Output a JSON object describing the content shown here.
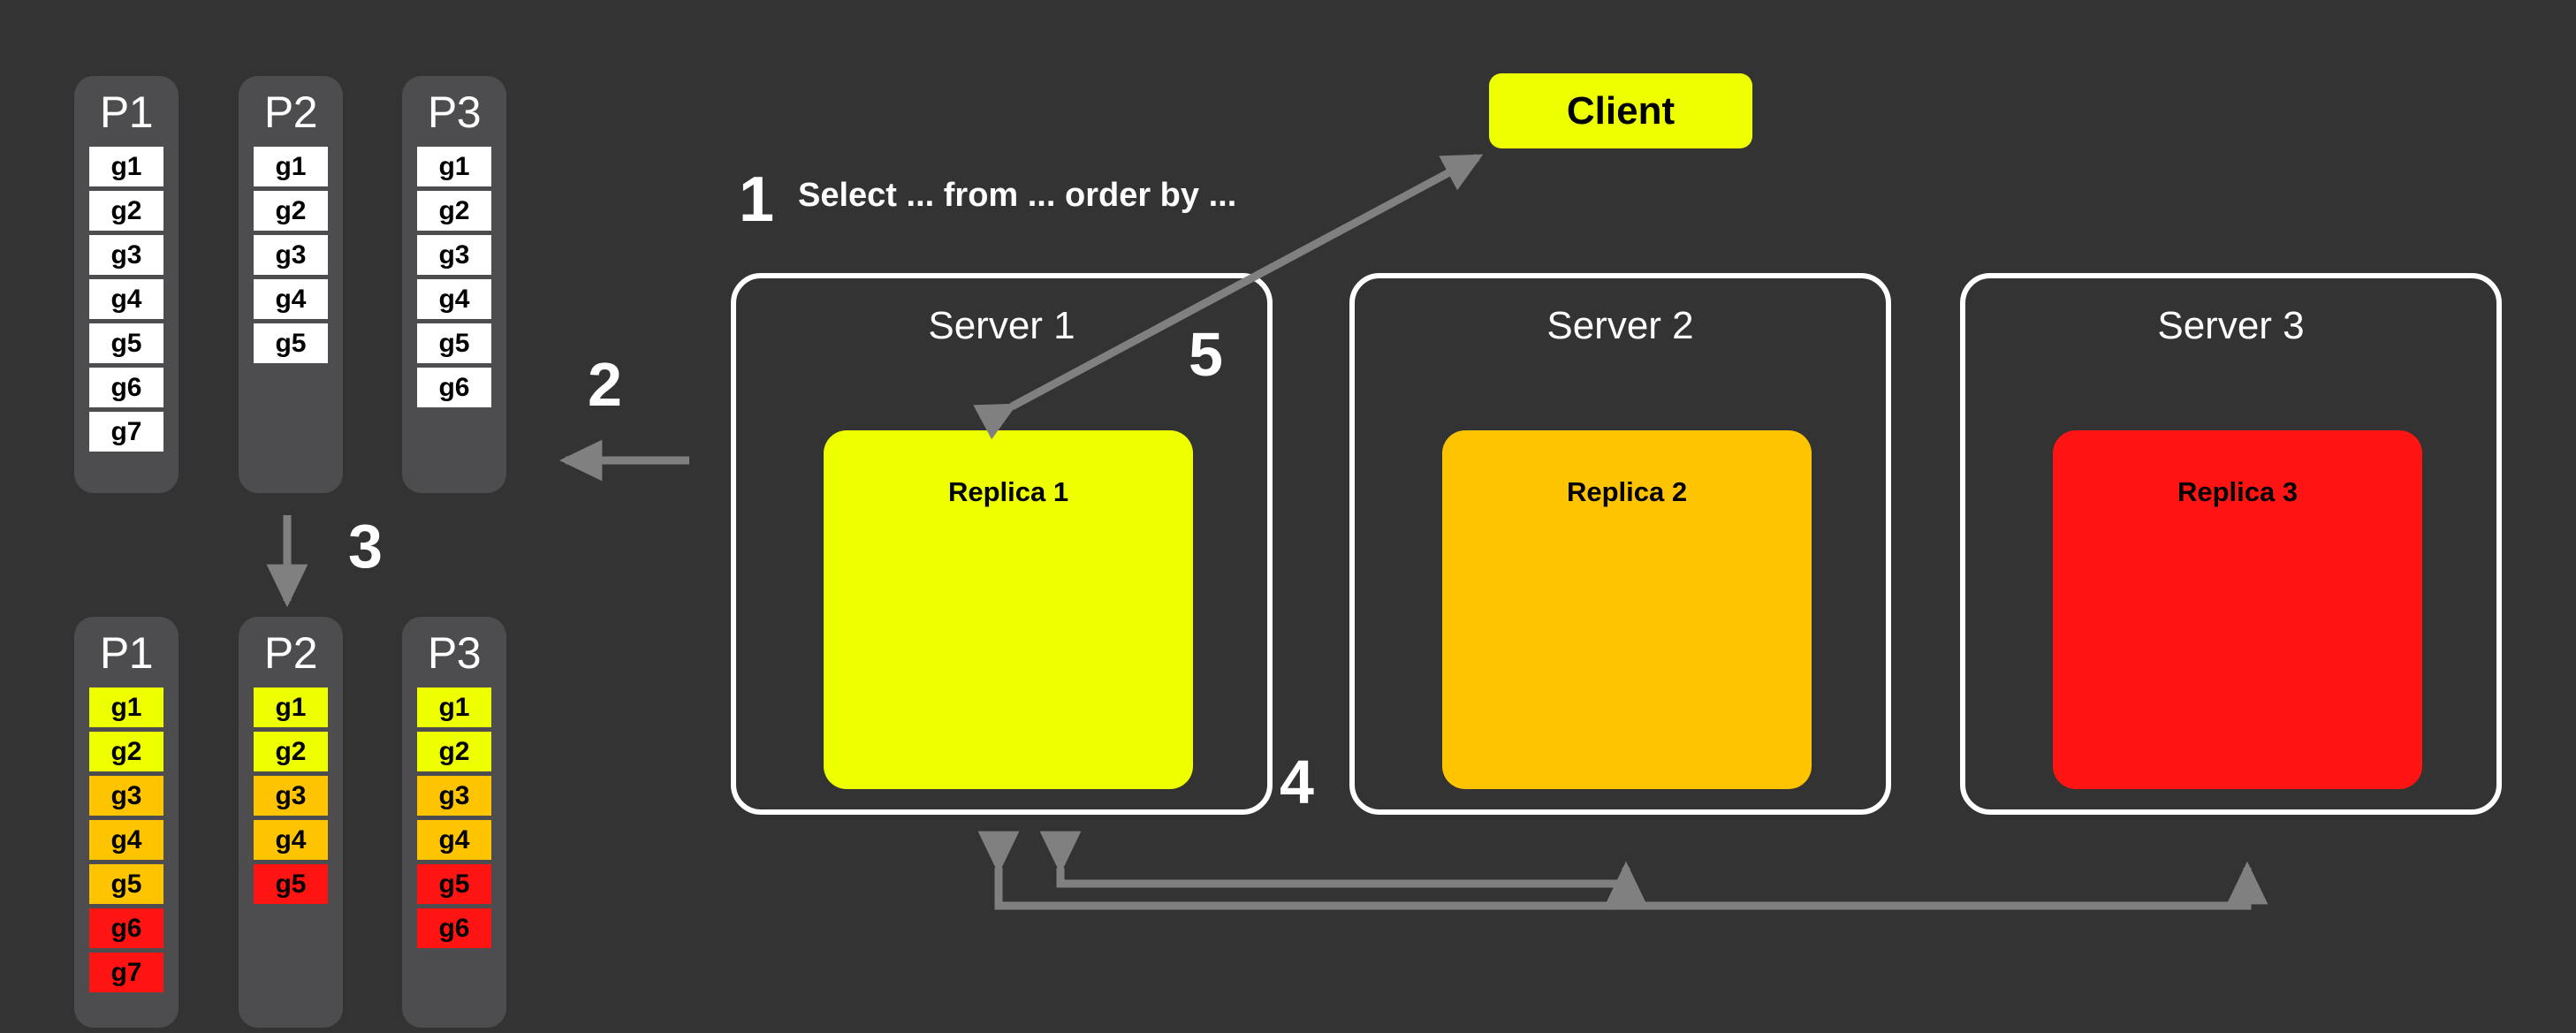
{
  "colors": {
    "background": "#333333",
    "partition": "#4d4d4f",
    "yellow": "#eeff00",
    "orange": "#ffc400",
    "red": "#ff1414",
    "white": "#ffffff",
    "arrow": "#808080"
  },
  "steps": {
    "one": "1",
    "two": "2",
    "three": "3",
    "four": "4",
    "five": "5"
  },
  "query": {
    "text": "Select ... from ... order by ..."
  },
  "client": {
    "label": "Client"
  },
  "top_partitions": [
    {
      "name": "P1",
      "cells": [
        {
          "label": "g1",
          "color": "white"
        },
        {
          "label": "g2",
          "color": "white"
        },
        {
          "label": "g3",
          "color": "white"
        },
        {
          "label": "g4",
          "color": "white"
        },
        {
          "label": "g5",
          "color": "white"
        },
        {
          "label": "g6",
          "color": "white"
        },
        {
          "label": "g7",
          "color": "white"
        }
      ]
    },
    {
      "name": "P2",
      "cells": [
        {
          "label": "g1",
          "color": "white"
        },
        {
          "label": "g2",
          "color": "white"
        },
        {
          "label": "g3",
          "color": "white"
        },
        {
          "label": "g4",
          "color": "white"
        },
        {
          "label": "g5",
          "color": "white"
        }
      ]
    },
    {
      "name": "P3",
      "cells": [
        {
          "label": "g1",
          "color": "white"
        },
        {
          "label": "g2",
          "color": "white"
        },
        {
          "label": "g3",
          "color": "white"
        },
        {
          "label": "g4",
          "color": "white"
        },
        {
          "label": "g5",
          "color": "white"
        },
        {
          "label": "g6",
          "color": "white"
        }
      ]
    }
  ],
  "bottom_partitions": [
    {
      "name": "P1",
      "cells": [
        {
          "label": "g1",
          "color": "yellow"
        },
        {
          "label": "g2",
          "color": "yellow"
        },
        {
          "label": "g3",
          "color": "orange"
        },
        {
          "label": "g4",
          "color": "orange"
        },
        {
          "label": "g5",
          "color": "orange"
        },
        {
          "label": "g6",
          "color": "red"
        },
        {
          "label": "g7",
          "color": "red"
        }
      ]
    },
    {
      "name": "P2",
      "cells": [
        {
          "label": "g1",
          "color": "yellow"
        },
        {
          "label": "g2",
          "color": "yellow"
        },
        {
          "label": "g3",
          "color": "orange"
        },
        {
          "label": "g4",
          "color": "orange"
        },
        {
          "label": "g5",
          "color": "red"
        }
      ]
    },
    {
      "name": "P3",
      "cells": [
        {
          "label": "g1",
          "color": "yellow"
        },
        {
          "label": "g2",
          "color": "yellow"
        },
        {
          "label": "g3",
          "color": "orange"
        },
        {
          "label": "g4",
          "color": "orange"
        },
        {
          "label": "g5",
          "color": "red"
        },
        {
          "label": "g6",
          "color": "red"
        }
      ]
    }
  ],
  "servers": [
    {
      "title": "Server 1",
      "replica": "Replica 1",
      "replica_color": "yellow"
    },
    {
      "title": "Server 2",
      "replica": "Replica 2",
      "replica_color": "orange"
    },
    {
      "title": "Server 3",
      "replica": "Replica 3",
      "replica_color": "red"
    }
  ]
}
